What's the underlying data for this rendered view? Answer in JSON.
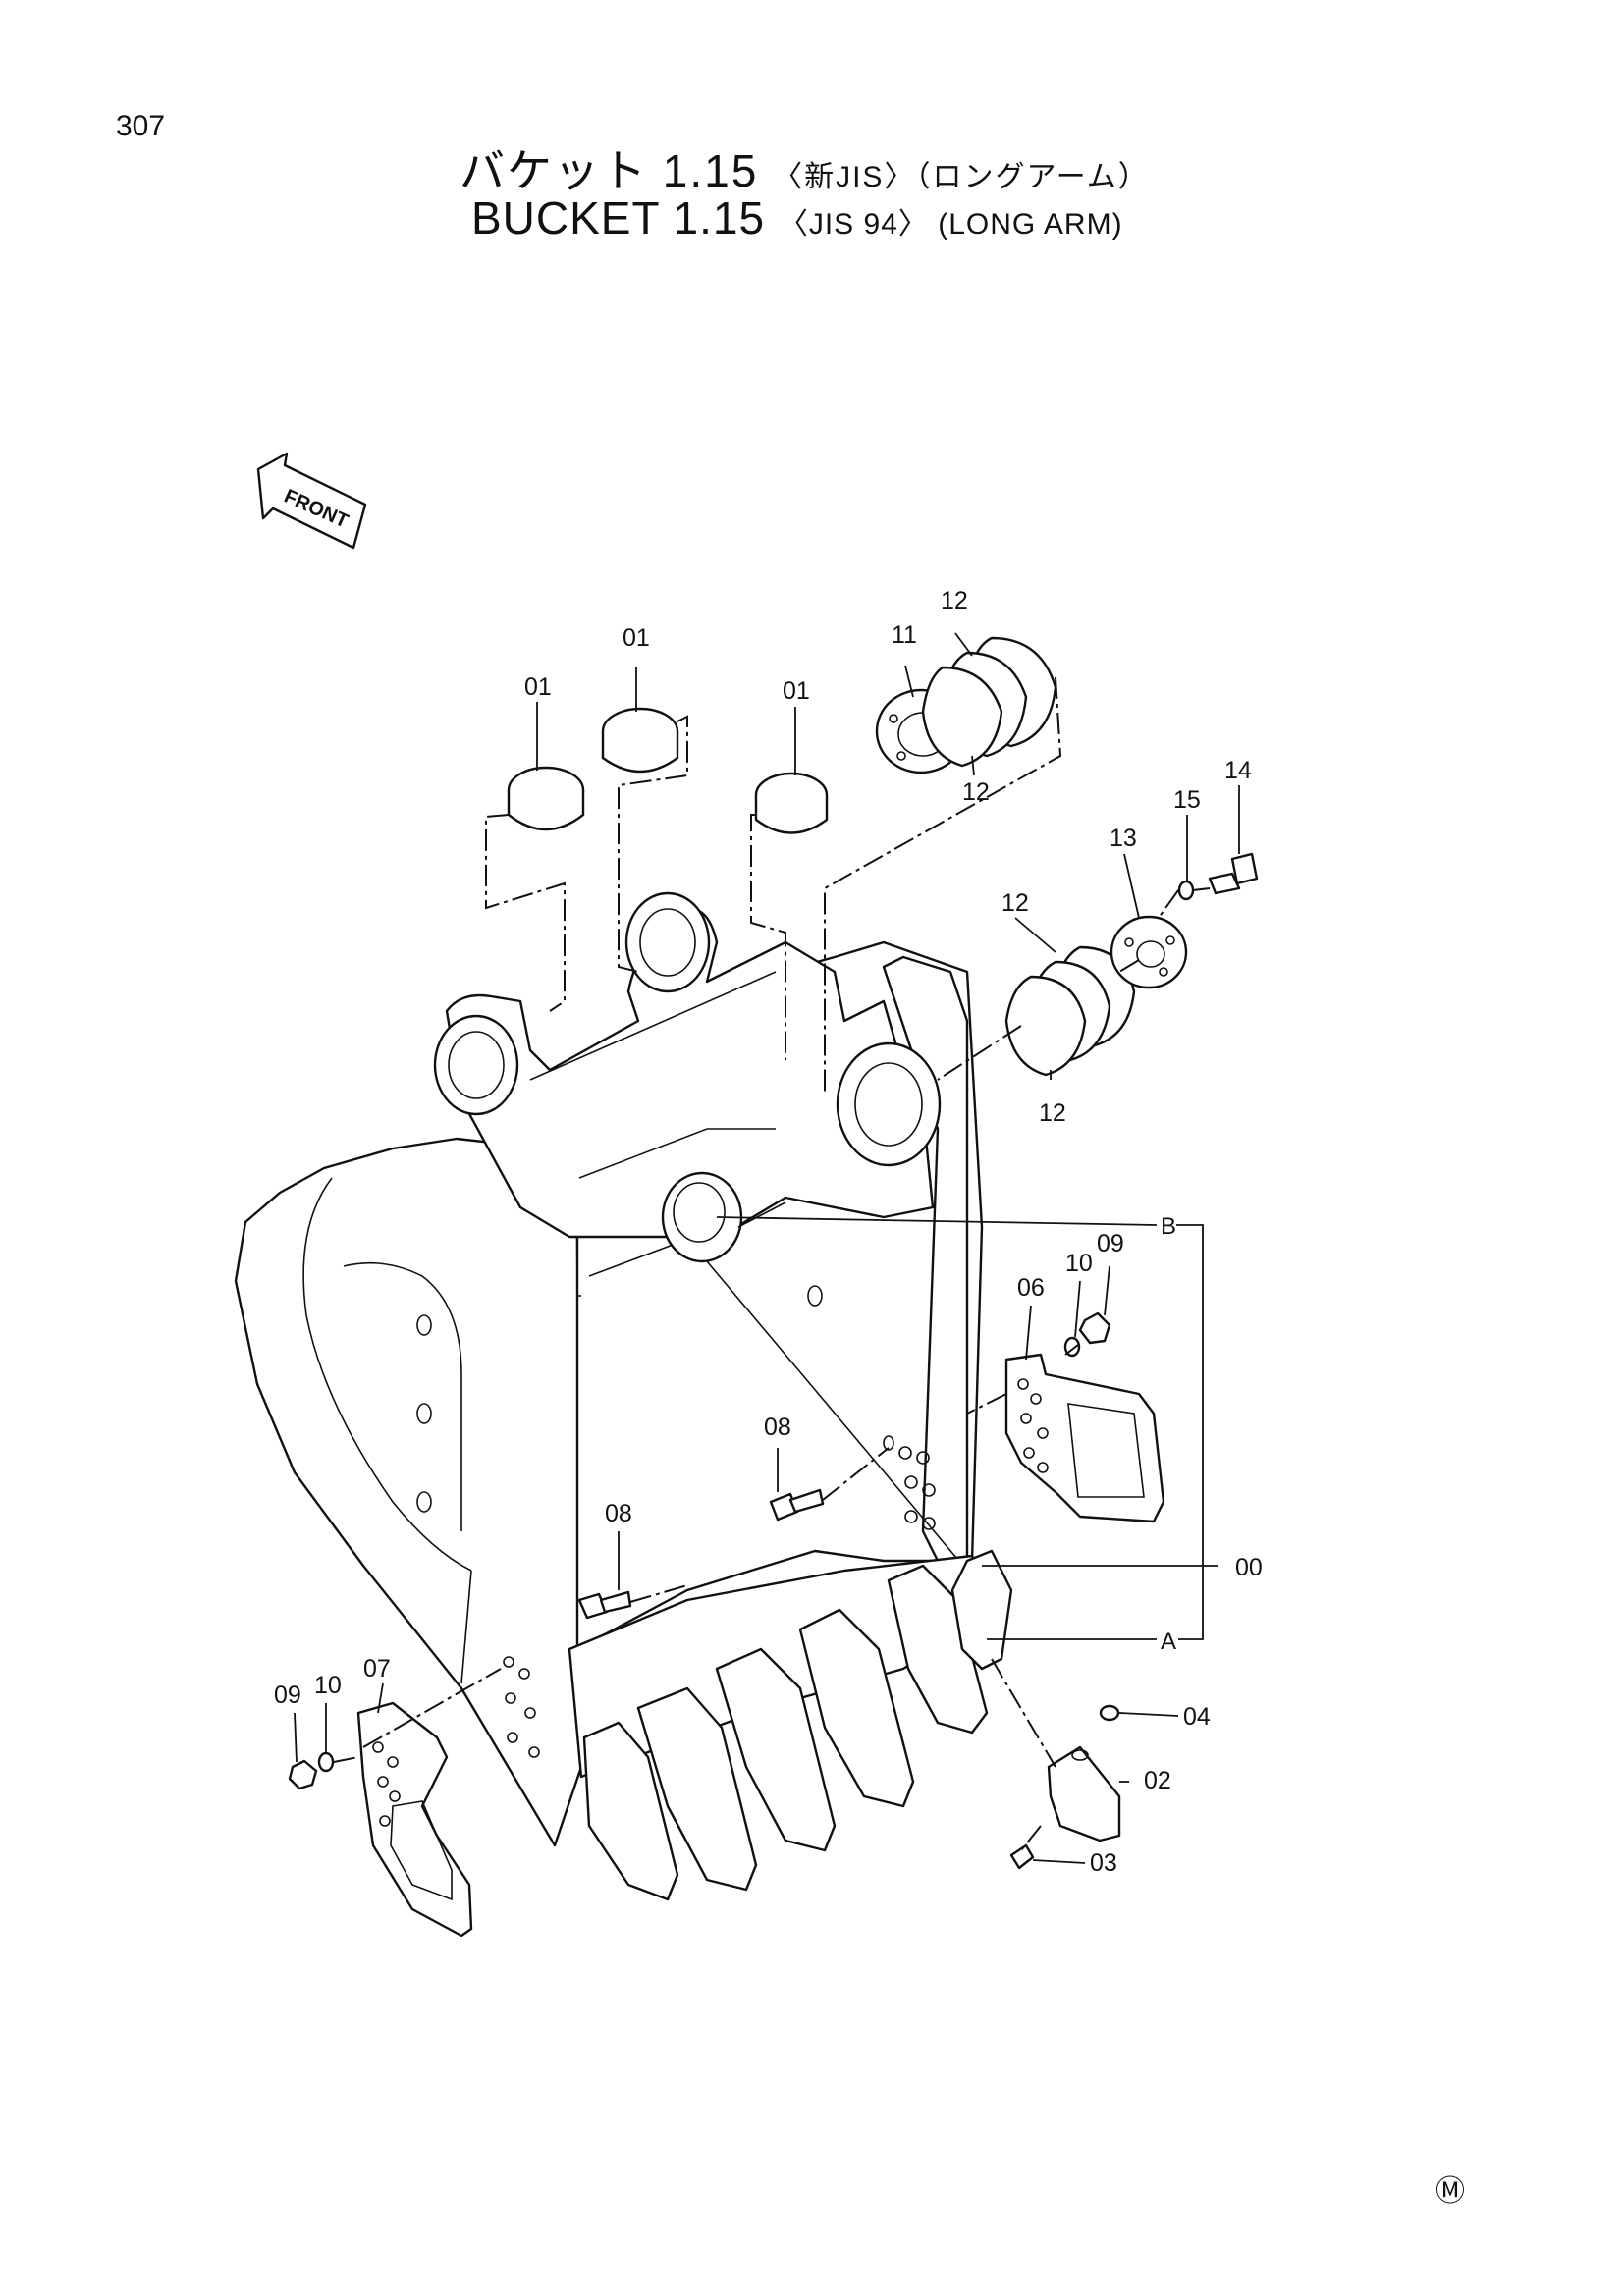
{
  "page_number": "307",
  "title": {
    "jp_main": "バケット 1.15",
    "jp_note": "〈新JIS〉（ロングアーム）",
    "en_main": "BUCKET  1.15",
    "en_note": "〈JIS 94〉 (LONG  ARM)"
  },
  "front_arrow_label": "FRONT",
  "callouts": {
    "c00": "00",
    "c01a": "01",
    "c01b": "01",
    "c01c": "01",
    "c02": "02",
    "c03": "03",
    "c04": "04",
    "c06": "06",
    "c07": "07",
    "c08a": "08",
    "c08b": "08",
    "c09a": "09",
    "c09b": "09",
    "c10a": "10",
    "c10b": "10",
    "c11": "11",
    "c12a": "12",
    "c12b": "12",
    "c12c": "12",
    "c12d": "12",
    "c13": "13",
    "c14": "14",
    "c15": "15"
  },
  "reference_marks": {
    "A": "A",
    "B": "B"
  },
  "corner_mark": "Ⓜ",
  "icons": [
    "front-arrow-icon",
    "circled-m-icon"
  ]
}
